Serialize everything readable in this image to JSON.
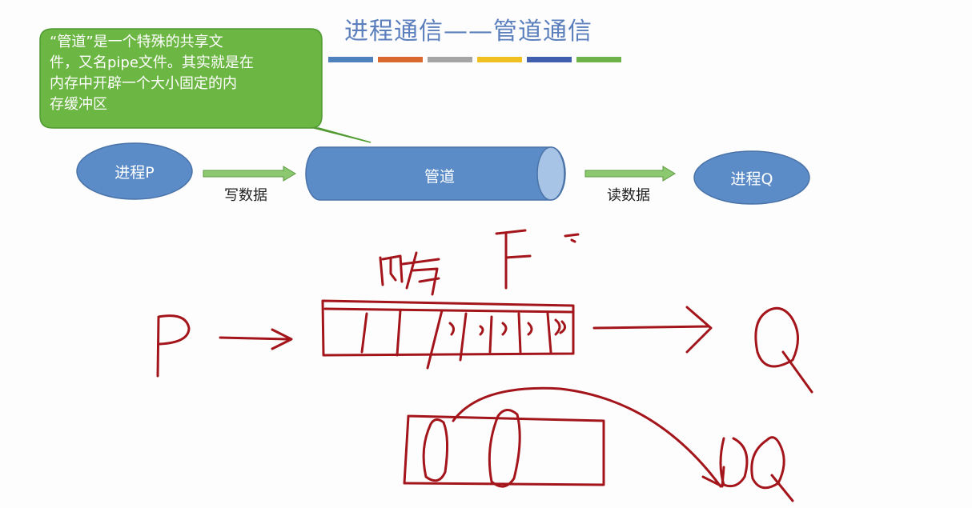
{
  "slide": {
    "title": "进程通信——管道通信",
    "bar_colors": [
      "#4f81bd",
      "#d9692e",
      "#a5a5a5",
      "#f0c020",
      "#3f5fae",
      "#6db34a"
    ]
  },
  "callout": {
    "lines": [
      "“管道”是一个特殊的共享文",
      "件，又名pipe文件。其实就是在",
      "内存中开辟一个大小固定的内",
      "存缓冲区"
    ],
    "color": "#6cb644"
  },
  "diagram": {
    "process_p": "进程P",
    "pipe": "管道",
    "process_q": "进程Q",
    "write_label": "写数据",
    "read_label": "读数据",
    "ellipse_color": "#5b8cc8",
    "arrow_color": "#8cc870"
  },
  "handwriting": {
    "ink_color": "#a3151b"
  }
}
